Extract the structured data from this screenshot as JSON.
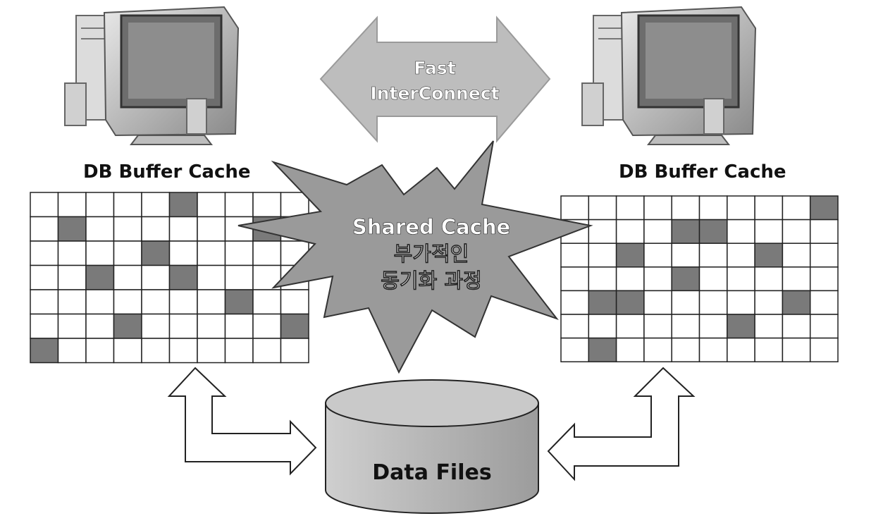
{
  "interconnect": {
    "lines": [
      "Fast",
      "InterConnect"
    ]
  },
  "left_node": {
    "cache_label": "DB Buffer Cache"
  },
  "right_node": {
    "cache_label": "DB Buffer Cache"
  },
  "shared_cache": {
    "lines": [
      "Shared Cache",
      "부가적인",
      "동기화 과정"
    ]
  },
  "storage": {
    "label": "Data Files"
  },
  "left_grid": {
    "rows": 7,
    "cols": 10,
    "shaded": [
      [
        0,
        5
      ],
      [
        1,
        1
      ],
      [
        1,
        8
      ],
      [
        2,
        4
      ],
      [
        3,
        2
      ],
      [
        3,
        5
      ],
      [
        4,
        7
      ],
      [
        5,
        3
      ],
      [
        5,
        9
      ],
      [
        6,
        0
      ]
    ]
  },
  "right_grid": {
    "rows": 7,
    "cols": 10,
    "shaded": [
      [
        0,
        9
      ],
      [
        1,
        4
      ],
      [
        1,
        5
      ],
      [
        2,
        2
      ],
      [
        2,
        7
      ],
      [
        3,
        4
      ],
      [
        4,
        1
      ],
      [
        4,
        2
      ],
      [
        4,
        8
      ],
      [
        5,
        6
      ],
      [
        6,
        1
      ]
    ]
  },
  "colors": {
    "cell_shaded": "#7a7a7a",
    "cell_empty": "#ffffff",
    "grid_line": "#222222",
    "burst_fill": "#9a9a9a",
    "arrow_fill": "#bdbdbd"
  }
}
